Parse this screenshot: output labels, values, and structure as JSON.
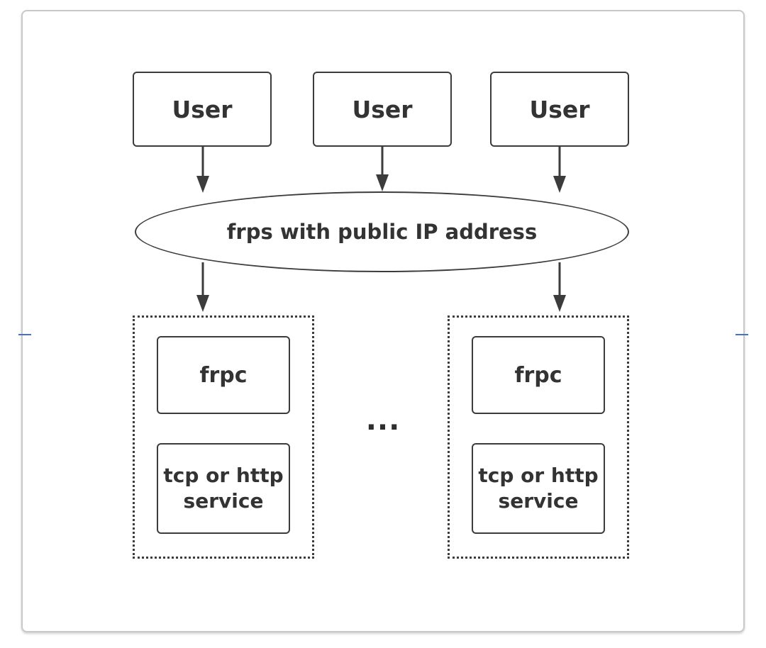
{
  "nodes": {
    "users": [
      "User",
      "User",
      "User"
    ],
    "server": "frps with public IP address",
    "clients": [
      {
        "client": "frpc",
        "service": "tcp or http\nservice"
      },
      {
        "client": "frpc",
        "service": "tcp or http\nservice"
      }
    ],
    "ellipsis": "..."
  },
  "colors": {
    "stroke": "#3c3c3c",
    "text": "#333333",
    "frame_border": "#c8c8c8",
    "edge_mark": "#4a6fcf"
  }
}
